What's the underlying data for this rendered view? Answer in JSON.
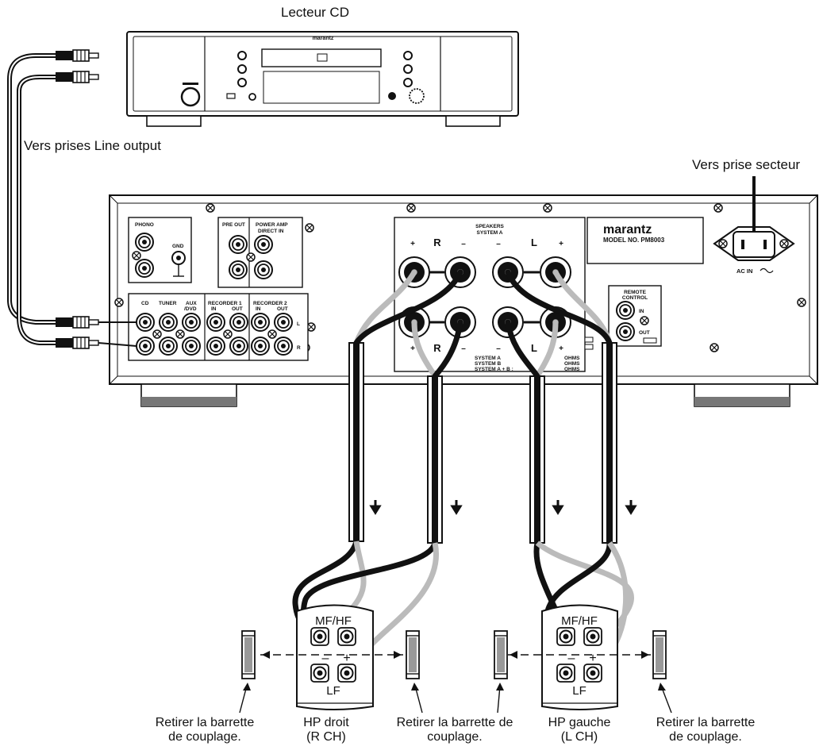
{
  "captions": {
    "cd_player": "Lecteur CD",
    "to_line_output": "Vers prises Line output",
    "to_mains": "Vers prise secteur",
    "remove_bar_1_l1": "Retirer la barrette",
    "remove_bar_1_l2": "de couplage.",
    "hp_right_l1": "HP droit",
    "hp_right_l2": "(R CH)",
    "remove_bar_2_l1": "Retirer la barrette de",
    "remove_bar_2_l2": "couplage.",
    "hp_left_l1": "HP gauche",
    "hp_left_l2": "(L CH)",
    "remove_bar_3_l1": "Retirer la barrette",
    "remove_bar_3_l2": "de couplage."
  },
  "cd_player": {
    "brand": "marantz"
  },
  "amplifier": {
    "brand": "marantz",
    "model": "MODEL NO. PM8003",
    "phono": "PHONO",
    "gnd": "GND",
    "pre_out": "PRE OUT",
    "power_amp_1": "POWER AMP",
    "power_amp_2": "DIRECT IN",
    "inputs": {
      "cd": "CD",
      "tuner": "TUNER",
      "aux_1": "AUX",
      "aux_2": "/DVD",
      "rec1": "RECORDER 1",
      "rec2": "RECORDER 2",
      "in": "IN",
      "out": "OUT"
    },
    "ch_l": "L",
    "ch_r": "R",
    "speakers_title": "SPEAKERS",
    "system_a": "SYSTEM A",
    "plus": "+",
    "minus": "–",
    "sys_a_line": "SYSTEM  A",
    "sys_b_line": "SYSTEM  B",
    "sys_ab_line": "SYSTEM  A + B  :",
    "ohms": "OHMS",
    "remote_1": "REMOTE",
    "remote_2": "CONTROL",
    "remote_in": "IN",
    "remote_out": "OUT",
    "ac_in": "AC IN"
  },
  "speaker_terminals": {
    "mf_hf": "MF/HF",
    "lf": "LF",
    "minus": "–",
    "plus": "+"
  }
}
